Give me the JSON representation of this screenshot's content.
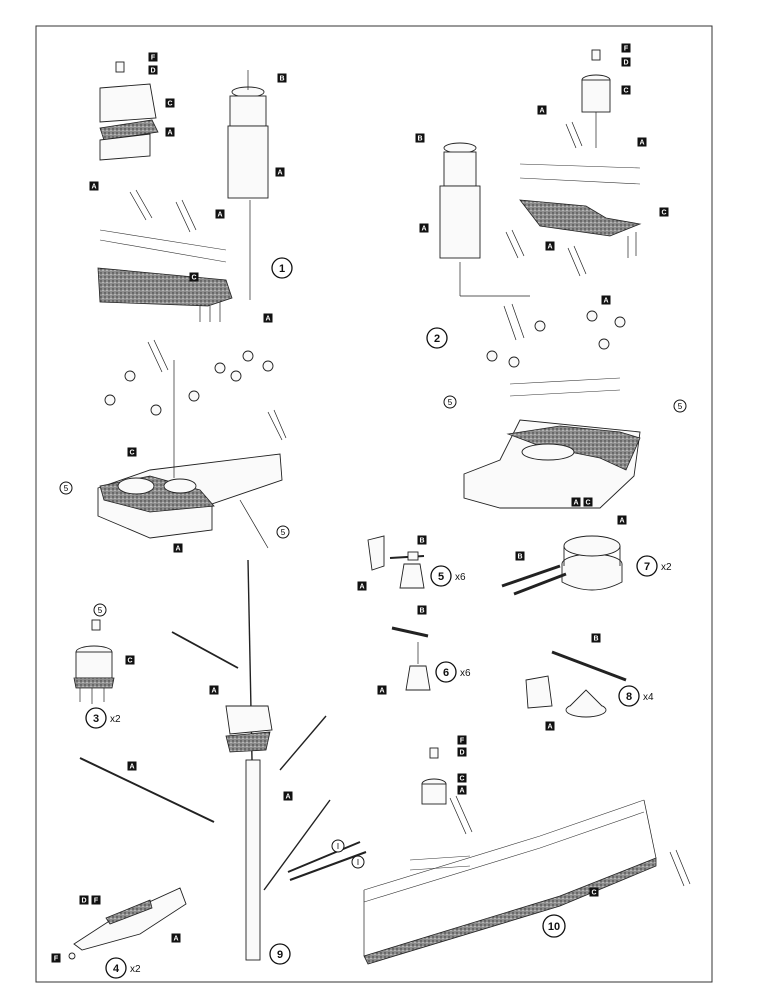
{
  "steps": [
    {
      "number": "1",
      "qty": ""
    },
    {
      "number": "2",
      "qty": ""
    },
    {
      "number": "3",
      "qty": "x2"
    },
    {
      "number": "4",
      "qty": "x2"
    },
    {
      "number": "5",
      "qty": "x6"
    },
    {
      "number": "6",
      "qty": "x6"
    },
    {
      "number": "7",
      "qty": "x2"
    },
    {
      "number": "8",
      "qty": "x4"
    },
    {
      "number": "9",
      "qty": ""
    },
    {
      "number": "10",
      "qty": ""
    }
  ],
  "sub_step_refs": [
    "5",
    "5",
    "5",
    "5",
    "5"
  ],
  "callouts": {
    "a": "A",
    "b": "B",
    "c": "C",
    "d": "D",
    "f": "F",
    "i": "I"
  },
  "colors": {
    "line": "#222222",
    "deck_texture": "#9a9a9a",
    "callout_fill": "#111111"
  }
}
